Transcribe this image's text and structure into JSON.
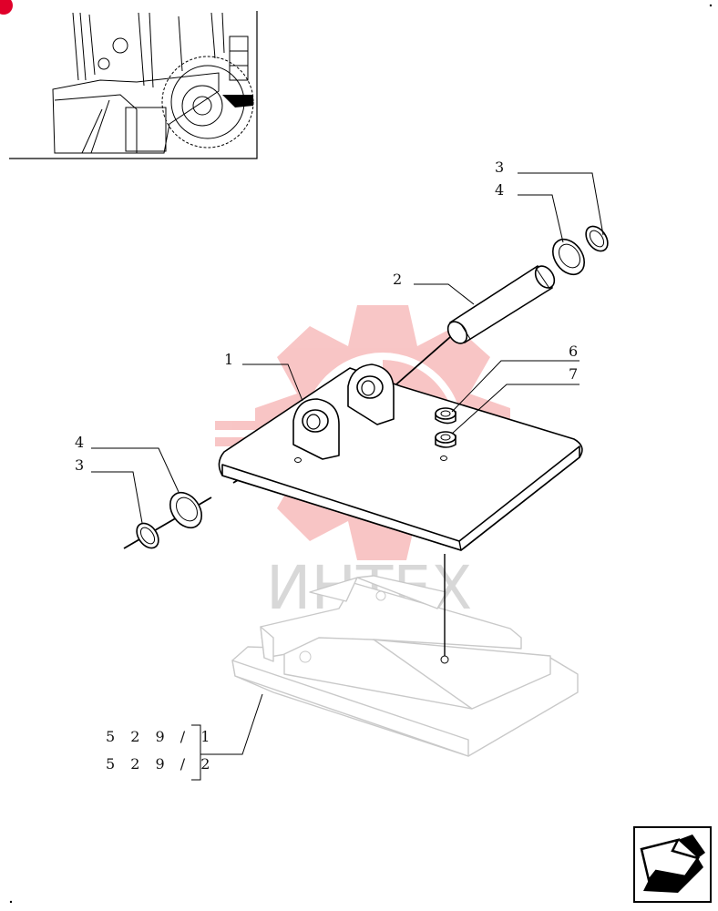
{
  "callouts": {
    "c1": "1",
    "c2": "2",
    "c3_top": "3",
    "c4_top": "4",
    "c4_left": "4",
    "c3_left": "3",
    "c6": "6",
    "c7": "7"
  },
  "references": {
    "ref1": "5 2 9 / 1",
    "ref2": "5 2 9 / 2"
  },
  "watermark": {
    "text": "ИНТЕХ"
  },
  "icons": {
    "thumbnail": "tractor-thumbnail-icon",
    "nav": "next-page-arrow-icon",
    "logo": "gear-watermark-icon"
  },
  "colors": {
    "watermark_red": "#f08080",
    "line": "#000000",
    "ghost": "#c9c9c9"
  }
}
